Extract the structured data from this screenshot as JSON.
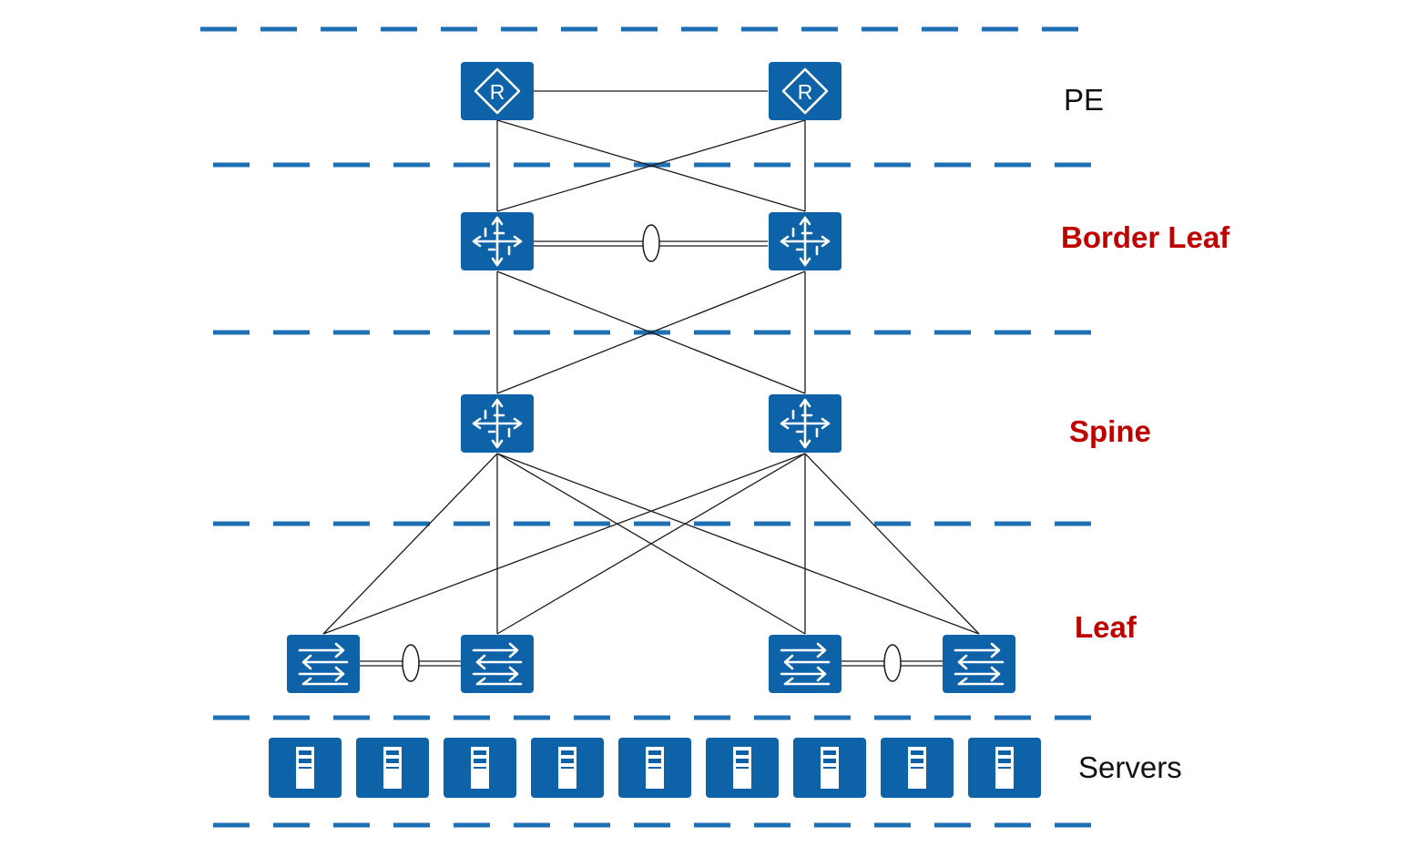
{
  "layers": {
    "pe": "PE",
    "border_leaf": "Border Leaf",
    "spine": "Spine",
    "leaf": "Leaf",
    "servers": "Servers"
  },
  "colors": {
    "device_fill": "#0e62a8",
    "separator_dash": "#1f6fb5",
    "label_accent": "#c00000",
    "label_plain": "#111111",
    "link": "#1a1a1a"
  },
  "nodes": {
    "pe_routers": [
      {
        "icon": "router-icon"
      },
      {
        "icon": "router-icon"
      }
    ],
    "border_leaf_switches": [
      {
        "icon": "core-switch-icon"
      },
      {
        "icon": "core-switch-icon"
      }
    ],
    "spine_switches": [
      {
        "icon": "core-switch-icon"
      },
      {
        "icon": "core-switch-icon"
      }
    ],
    "leaf_switches": [
      {
        "icon": "access-switch-icon"
      },
      {
        "icon": "access-switch-icon"
      },
      {
        "icon": "access-switch-icon"
      },
      {
        "icon": "access-switch-icon"
      }
    ],
    "server_count": 9,
    "server_icon": "server-icon"
  }
}
